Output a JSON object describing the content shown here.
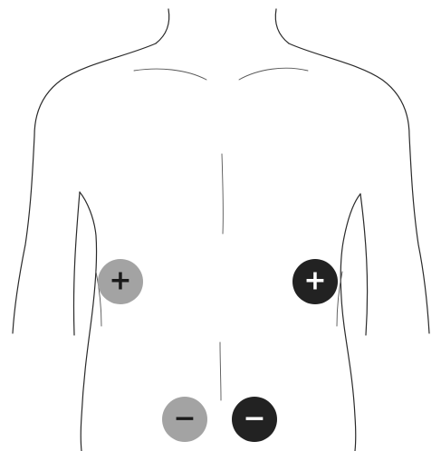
{
  "electrodes": [
    {
      "id": "upper-left-positive",
      "symbol": "+",
      "shade": "light",
      "fill": "#a3a3a3",
      "symbol_color": "#1a1a1a"
    },
    {
      "id": "upper-right-positive",
      "symbol": "+",
      "shade": "dark",
      "fill": "#222222",
      "symbol_color": "#ffffff"
    },
    {
      "id": "lower-left-negative",
      "symbol": "−",
      "shade": "light",
      "fill": "#a3a3a3",
      "symbol_color": "#1a1a1a"
    },
    {
      "id": "lower-right-negative",
      "symbol": "−",
      "shade": "dark",
      "fill": "#222222",
      "symbol_color": "#ffffff"
    }
  ],
  "colors": {
    "outline": "#2a2a2a",
    "background": "#ffffff"
  }
}
